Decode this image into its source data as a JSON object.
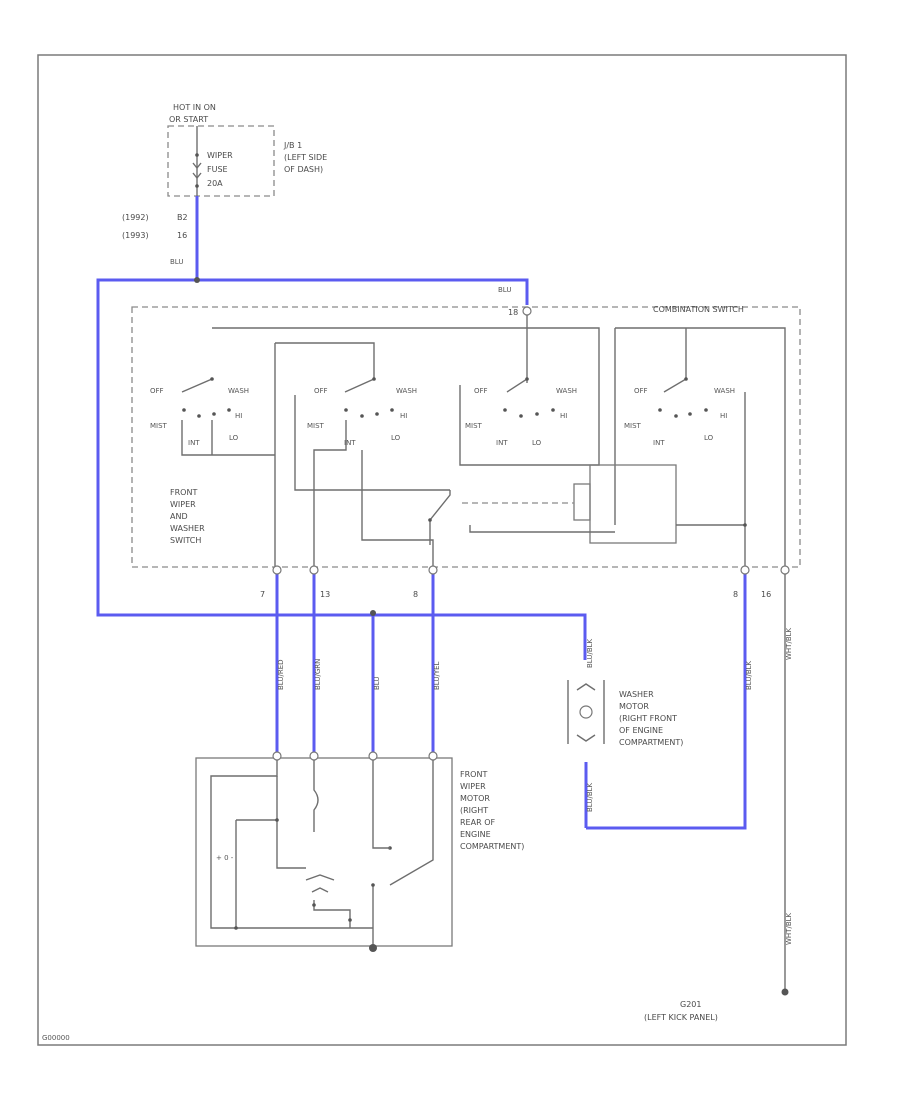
{
  "fuse_block": {
    "header": [
      "HOT IN ON",
      "OR START"
    ],
    "fuse_label": [
      "WIPER",
      "FUSE",
      "20A"
    ],
    "location": [
      "J/B 1",
      "(LEFT SIDE",
      "OF DASH)"
    ]
  },
  "feed": {
    "year_1": "(1992)",
    "year_1_code": "B2",
    "year_2": "(1993)",
    "year_2_code": "16",
    "wire_color": "BLU"
  },
  "combination_switch": {
    "title": "COMBINATION SWITCH",
    "feed_wire": "BLU",
    "feed_pin": "18",
    "front_switch_label": [
      "FRONT",
      "WIPER",
      "AND",
      "WASHER",
      "SWITCH"
    ],
    "positions": {
      "off": "OFF",
      "wash": "WASH",
      "mist": "MIST",
      "int": "INT",
      "lo": "LO",
      "hi": "HI"
    },
    "pins": [
      "7",
      "13",
      "8",
      "8",
      "16"
    ]
  },
  "harness_wires": [
    "BLU/RED",
    "BLU/GRN",
    "BLU",
    "BLU/YEL",
    "BLU/BLK",
    "WHT/BLK",
    "WHT/BLK"
  ],
  "washer_motor": {
    "wire_in": "BLU/BLK",
    "wire_out": "BLU/BLK",
    "label": [
      "WASHER",
      "MOTOR",
      "(RIGHT FRONT",
      "OF ENGINE",
      "COMPARTMENT)"
    ]
  },
  "wiper_motor": {
    "label": [
      "FRONT",
      "WIPER",
      "MOTOR",
      "(RIGHT",
      "REAR OF",
      "ENGINE",
      "COMPARTMENT)"
    ],
    "coil": "+ 0 -"
  },
  "ground": {
    "id": "G201",
    "location": "(LEFT KICK PANEL)"
  },
  "figure_id": "G00000"
}
